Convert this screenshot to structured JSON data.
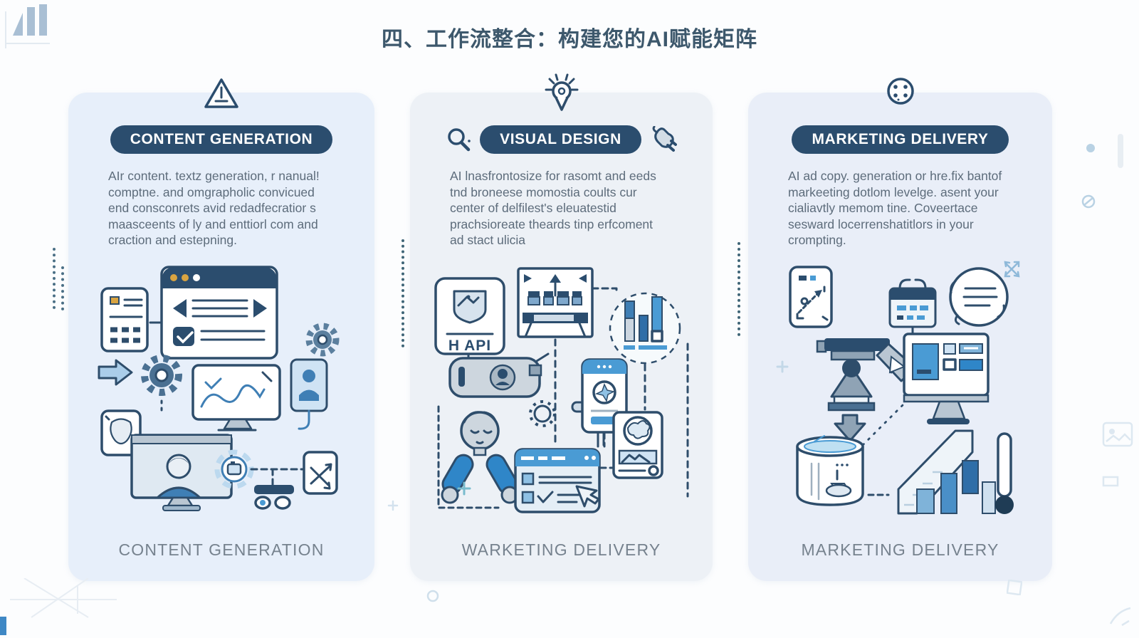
{
  "page": {
    "title": "四、工作流整合：构建您的AI赋能矩阵"
  },
  "colors": {
    "title_text": "#3d586c",
    "pill_bg": "#2b4d6e",
    "pill_text": "#ffffff",
    "body_text": "#5d6c7b",
    "footer_text": "#76828e",
    "card1_bg": "#e7effa",
    "card2_bg": "#edf1f6",
    "card3_bg": "#e9eef8",
    "illustration_stroke": "#2e4d6b",
    "accent_blue": "#4a9bd4",
    "corner_accent": "#3f88c5"
  },
  "icons": {
    "logo": "bar-chart-logo-icon",
    "card1_top": "warning-triangle-icon",
    "card2_top": "lightbulb-idea-icon",
    "card2_left": "magnifier-icon",
    "card2_right": "plug-icon",
    "card3_top": "dots-circle-icon"
  },
  "cards": [
    {
      "title": "CONTENT GENERATION",
      "body": "AIr content. textz generation, r nanual!\ncomptne. and omgrapholic convicued\nend consconrets avid redadfecratior s\nmaasceents of ly and enttiorl com and\ncraction and estepning.",
      "footer": "CONTENT GENERATION"
    },
    {
      "title": "VISUAL DESIGN",
      "api_label": "H API",
      "body": "AI lnasfrontosize for rasomt and eeds\ntnd broneese momostia coults cur\ncenter of delfilest's eleuatestid\nprachsioreate theards tinp erfcoment\nad stact ulicia",
      "footer": "WARKETING DELIVERY"
    },
    {
      "title": "MARKETING DELIVERY",
      "body": "AI ad copy. generation or hre.fix bantof\nmarkeeting dotlom levelge. asent your\ncialiavtly memom tine. Coveertace\nsesward locerrenshatitlors in your\ncrompting.",
      "footer": "MARKETING DELIVERY"
    }
  ]
}
